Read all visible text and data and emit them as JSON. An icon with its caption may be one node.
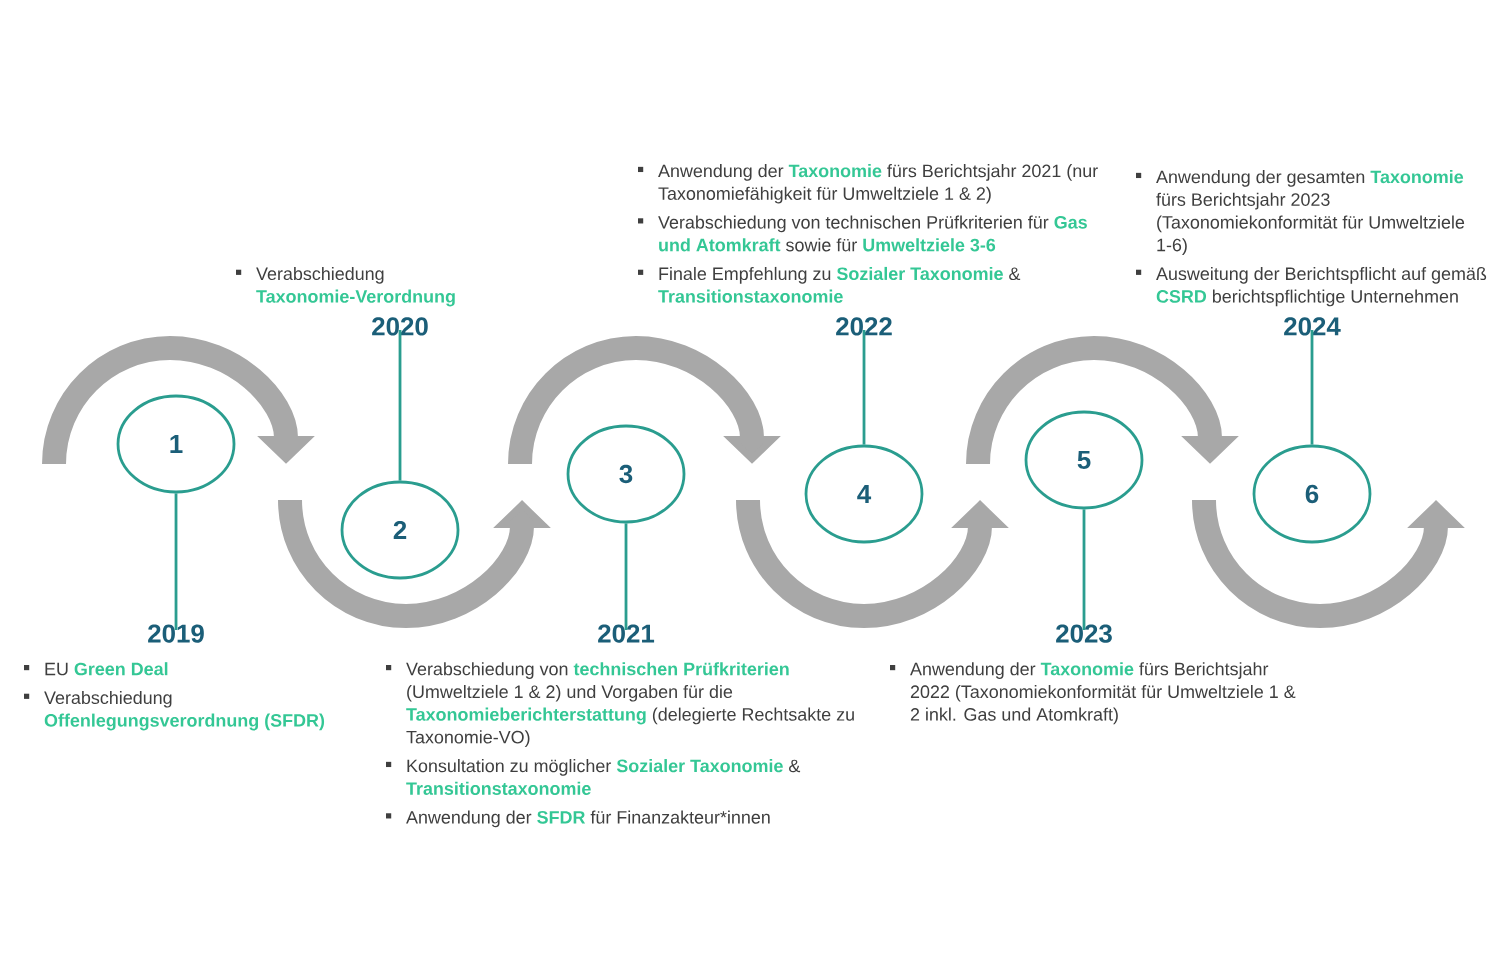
{
  "diagram": {
    "nodes": [
      {
        "text": [
          "1"
        ]
      },
      {
        "text": [
          "2"
        ]
      },
      {
        "text": [
          "3"
        ]
      },
      {
        "text": [
          "4"
        ]
      },
      {
        "text": [
          "5"
        ]
      },
      {
        "text": [
          "6"
        ]
      },
      {
        "text": [
          "2019",
          "EU **Green Deal**",
          "Verabschiedung **Offenlegungsverordnung (SFDR)**"
        ]
      },
      {
        "text": [
          "Verabschiedung **Taxonomie-Verordnung**",
          "2020"
        ]
      },
      {
        "text": [
          "2021",
          "Verabschiedung von **technischen Prüfkriterien** (Umweltziele 1 & 2) und Vorgaben für die **Taxonomieberichterstattung** (delegierte Rechtsakte zu Taxonomie-VO)",
          "Konsultation zu möglicher **Sozialer Taxonomie** & **Transitionstaxonomie**",
          "Anwendung der **SFDR** für Finanzakteur*innen"
        ]
      },
      {
        "text": [
          "Anwendung der **Taxonomie** fürs Berichtsjahr 2021 (nur Taxonomiefähigkeit für Umweltziele 1 & 2)",
          "Verabschiedung von technischen Prüfkriterien für **Gas und Atomkraft** sowie für **Umweltziele 3-6**",
          "Finale Empfehlung zu **Sozialer Taxonomie** & **Transitionstaxonomie**",
          "2022"
        ]
      },
      {
        "text": [
          "2023",
          "Anwendung der **Taxonomie** fürs Berichtsjahr 2022 (Taxonomiekonformität für Umweltziele 1 & 2 inkl. Gas und Atomkraft)"
        ]
      },
      {
        "text": [
          "Anwendung der gesamten **Taxonomie** fürs Berichtsjahr 2023 (Taxonomiekonformität für Umweltziele 1-6)",
          "Ausweitung der Berichtspflicht auf gemäß **CSRD** berichtspflichtige Unternehmen",
          "2024"
        ]
      }
    ],
    "edges": [
      {
        "from": 0,
        "to": 6,
        "arrow": "none"
      },
      {
        "from": 1,
        "to": 7,
        "arrow": "none"
      },
      {
        "from": 2,
        "to": 8,
        "arrow": "none"
      },
      {
        "from": 3,
        "to": 9,
        "arrow": "none"
      },
      {
        "from": 4,
        "to": 10,
        "arrow": "none"
      },
      {
        "from": 5,
        "to": 11,
        "arrow": "none"
      }
    ]
  }
}
